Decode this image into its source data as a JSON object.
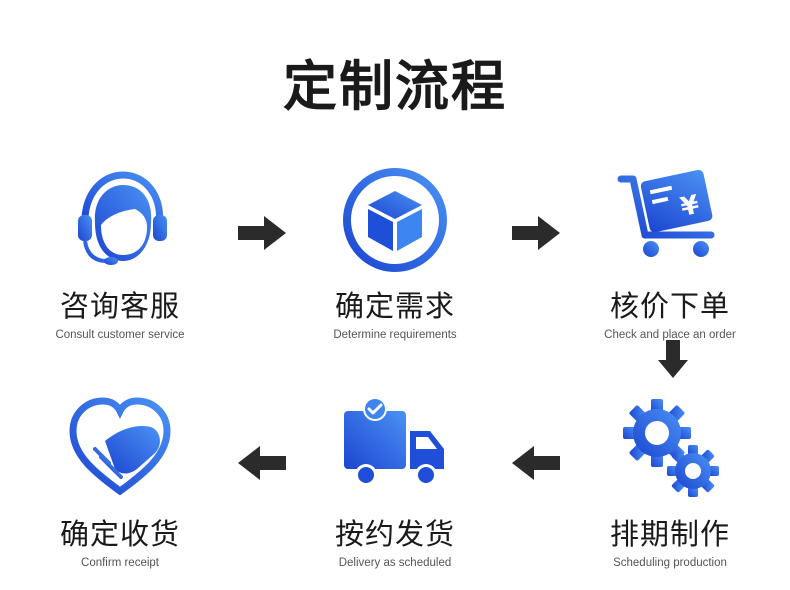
{
  "title": "定制流程",
  "colors": {
    "accent_dark": "#1f4fd8",
    "accent_light": "#3d86f2",
    "arrow": "#2b2b2b",
    "text": "#1a1a1a"
  },
  "steps": [
    {
      "cn": "咨询客服",
      "en": "Consult customer service",
      "icon": "headset-support-icon"
    },
    {
      "cn": "确定需求",
      "en": "Determine requirements",
      "icon": "box-icon"
    },
    {
      "cn": "核价下单",
      "en": "Check and place an order",
      "icon": "cart-yuan-icon"
    },
    {
      "cn": "排期制作",
      "en": "Scheduling production",
      "icon": "gears-icon"
    },
    {
      "cn": "按约发货",
      "en": "Delivery as scheduled",
      "icon": "truck-icon"
    },
    {
      "cn": "确定收货",
      "en": "Confirm receipt",
      "icon": "handshake-icon"
    }
  ]
}
